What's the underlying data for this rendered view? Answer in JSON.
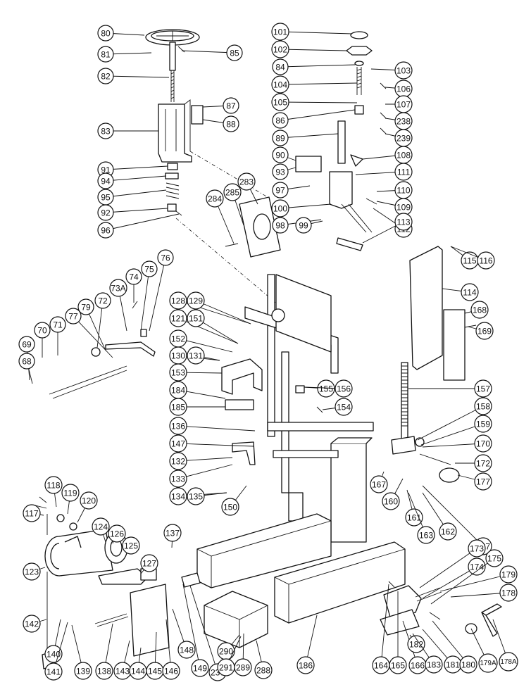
{
  "labels": [
    "80",
    "81",
    "85",
    "82",
    "83",
    "87",
    "88",
    "91",
    "94",
    "95",
    "92",
    "96",
    "101",
    "102",
    "103",
    "84",
    "104",
    "106",
    "105",
    "107",
    "86",
    "238",
    "89",
    "239",
    "90",
    "108",
    "93",
    "111",
    "97",
    "110",
    "109",
    "100",
    "112",
    "98",
    "99",
    "113",
    "283",
    "285",
    "284",
    "115",
    "116",
    "114",
    "168",
    "169",
    "76",
    "75",
    "74",
    "73A",
    "72",
    "79",
    "77",
    "71",
    "70",
    "69",
    "68",
    "128",
    "129",
    "121",
    "151",
    "152",
    "130",
    "131",
    "153",
    "184",
    "185",
    "155",
    "156",
    "154",
    "136",
    "147",
    "132",
    "133",
    "134",
    "135",
    "150",
    "157",
    "158",
    "159",
    "170",
    "172",
    "177",
    "167",
    "160",
    "161",
    "163",
    "162",
    "287",
    "118",
    "119",
    "120",
    "117",
    "124",
    "126",
    "125",
    "127",
    "123",
    "137",
    "142",
    "140",
    "141",
    "139",
    "138",
    "143",
    "144",
    "145",
    "146",
    "148",
    "149",
    "237",
    "290",
    "291",
    "289",
    "288",
    "186",
    "164",
    "165",
    "166",
    "173",
    "174",
    "175",
    "179",
    "178",
    "182",
    "183",
    "181",
    "180",
    "179A",
    "178A"
  ]
}
